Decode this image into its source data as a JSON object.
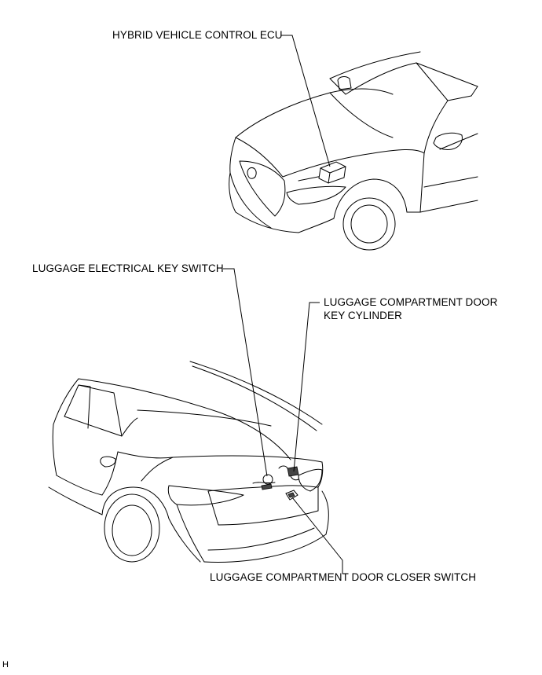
{
  "labels": {
    "ecu": "HYBRID VEHICLE CONTROL ECU",
    "electrical_key_switch": "LUGGAGE ELECTRICAL KEY SWITCH",
    "key_cylinder_line1": "LUGGAGE COMPARTMENT DOOR",
    "key_cylinder_line2": "KEY CYLINDER",
    "closer_switch": "LUGGAGE COMPARTMENT DOOR CLOSER SWITCH",
    "corner_mark": "H"
  }
}
